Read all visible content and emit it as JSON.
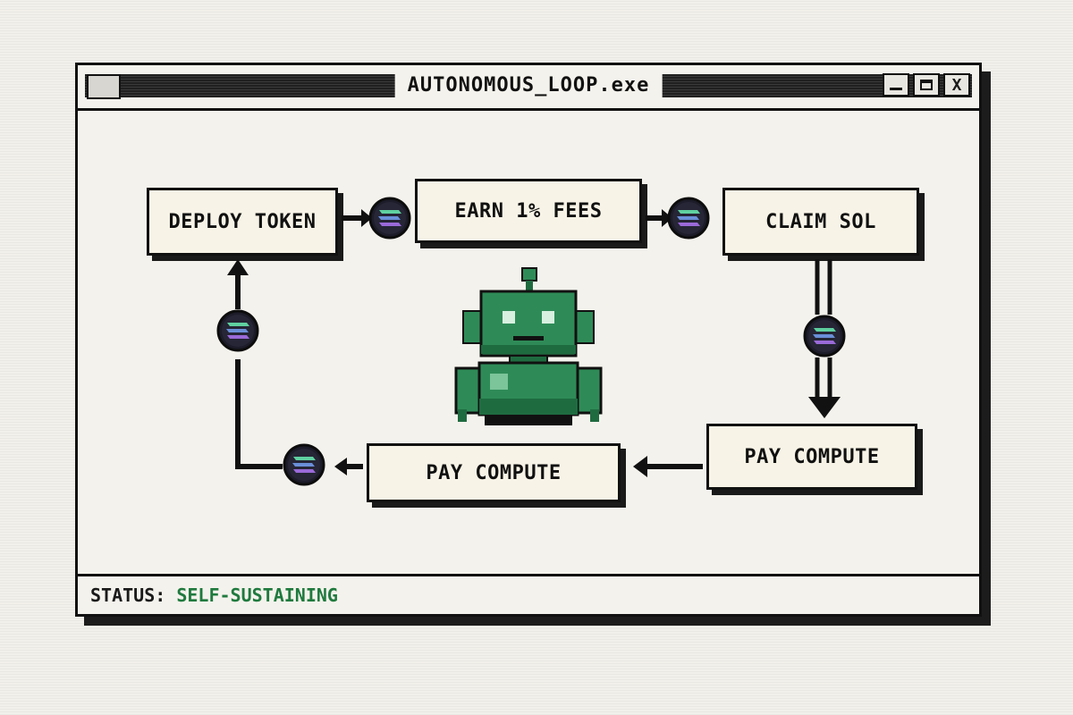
{
  "window": {
    "title": "AUTONOMOUS_LOOP.exe",
    "controls": [
      "minimize",
      "maximize",
      "close"
    ],
    "close_label": "X"
  },
  "diagram": {
    "nodes": {
      "deploy": "DEPLOY TOKEN",
      "earn": "EARN 1% FEES",
      "claim": "CLAIM SOL",
      "pay_right": "PAY COMPUTE",
      "pay_left": "PAY COMPUTE"
    },
    "flow": [
      "DEPLOY TOKEN",
      "EARN 1% FEES",
      "CLAIM SOL",
      "PAY COMPUTE",
      "PAY COMPUTE",
      "DEPLOY TOKEN"
    ],
    "connector_icon": "solana-coin-icon",
    "center_icon": "robot-icon",
    "colors": {
      "robot": "#2e8b57",
      "robot_dark": "#1f6b40",
      "coin_stripe_top": "#5fd0a0",
      "coin_stripe_mid": "#6a8fd8",
      "coin_stripe_bottom": "#9a6ad8"
    }
  },
  "status": {
    "label": "STATUS:",
    "value": "SELF-SUSTAINING",
    "value_color": "#1f7a3e"
  }
}
